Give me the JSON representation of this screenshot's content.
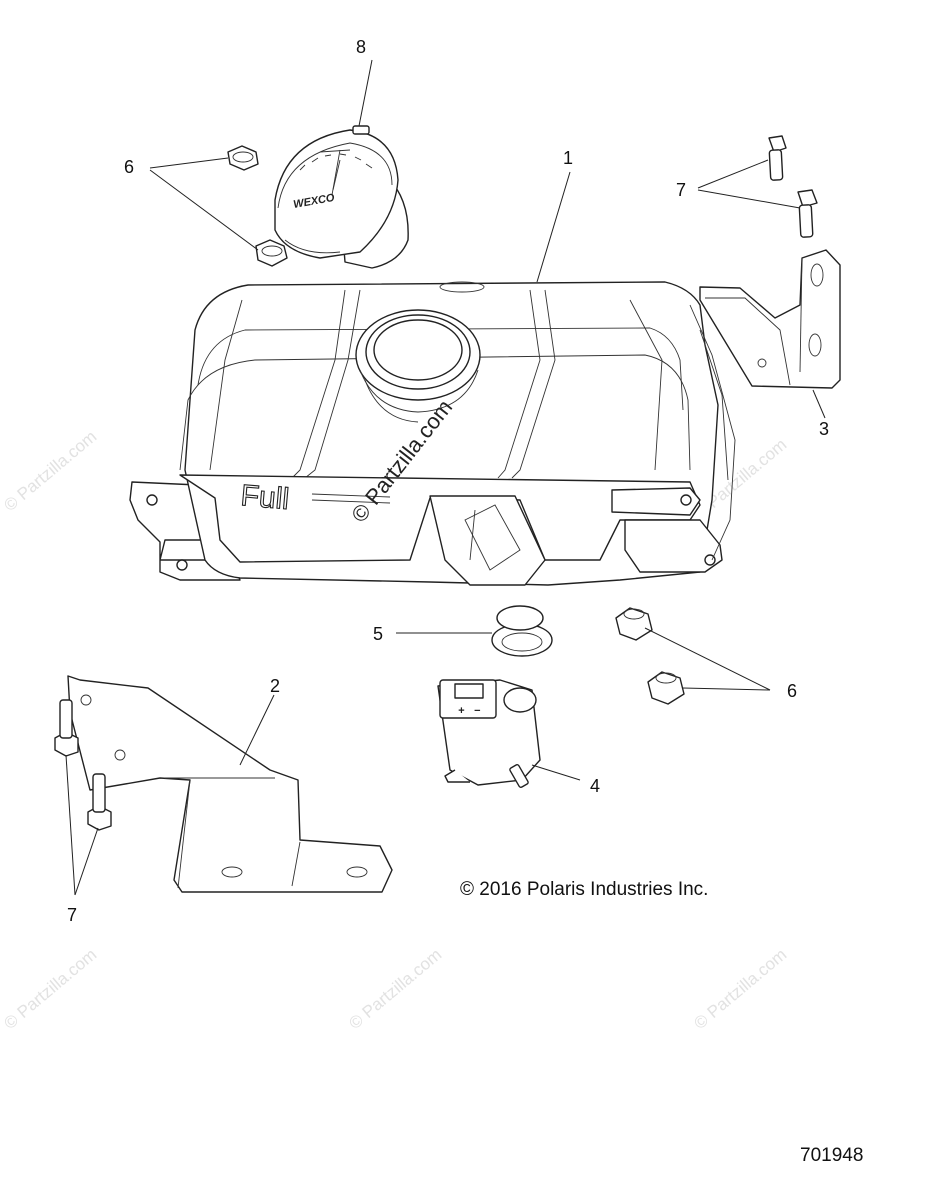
{
  "callouts": [
    {
      "id": "1",
      "label": "1"
    },
    {
      "id": "2",
      "label": "2"
    },
    {
      "id": "3",
      "label": "3"
    },
    {
      "id": "4",
      "label": "4"
    },
    {
      "id": "5",
      "label": "5"
    },
    {
      "id": "6a",
      "label": "6"
    },
    {
      "id": "6b",
      "label": "6"
    },
    {
      "id": "7a",
      "label": "7"
    },
    {
      "id": "7b",
      "label": "7"
    },
    {
      "id": "8",
      "label": "8"
    }
  ],
  "copyright": "© 2016 Polaris Industries Inc.",
  "part_number": "701948",
  "watermark_center": "© Partzilla.com",
  "watermark_faint": "© Partzilla.com",
  "embossed": {
    "tank_level": "Full",
    "cap_brand": "WEXCO",
    "switch_plus": "+",
    "switch_minus": "−"
  }
}
